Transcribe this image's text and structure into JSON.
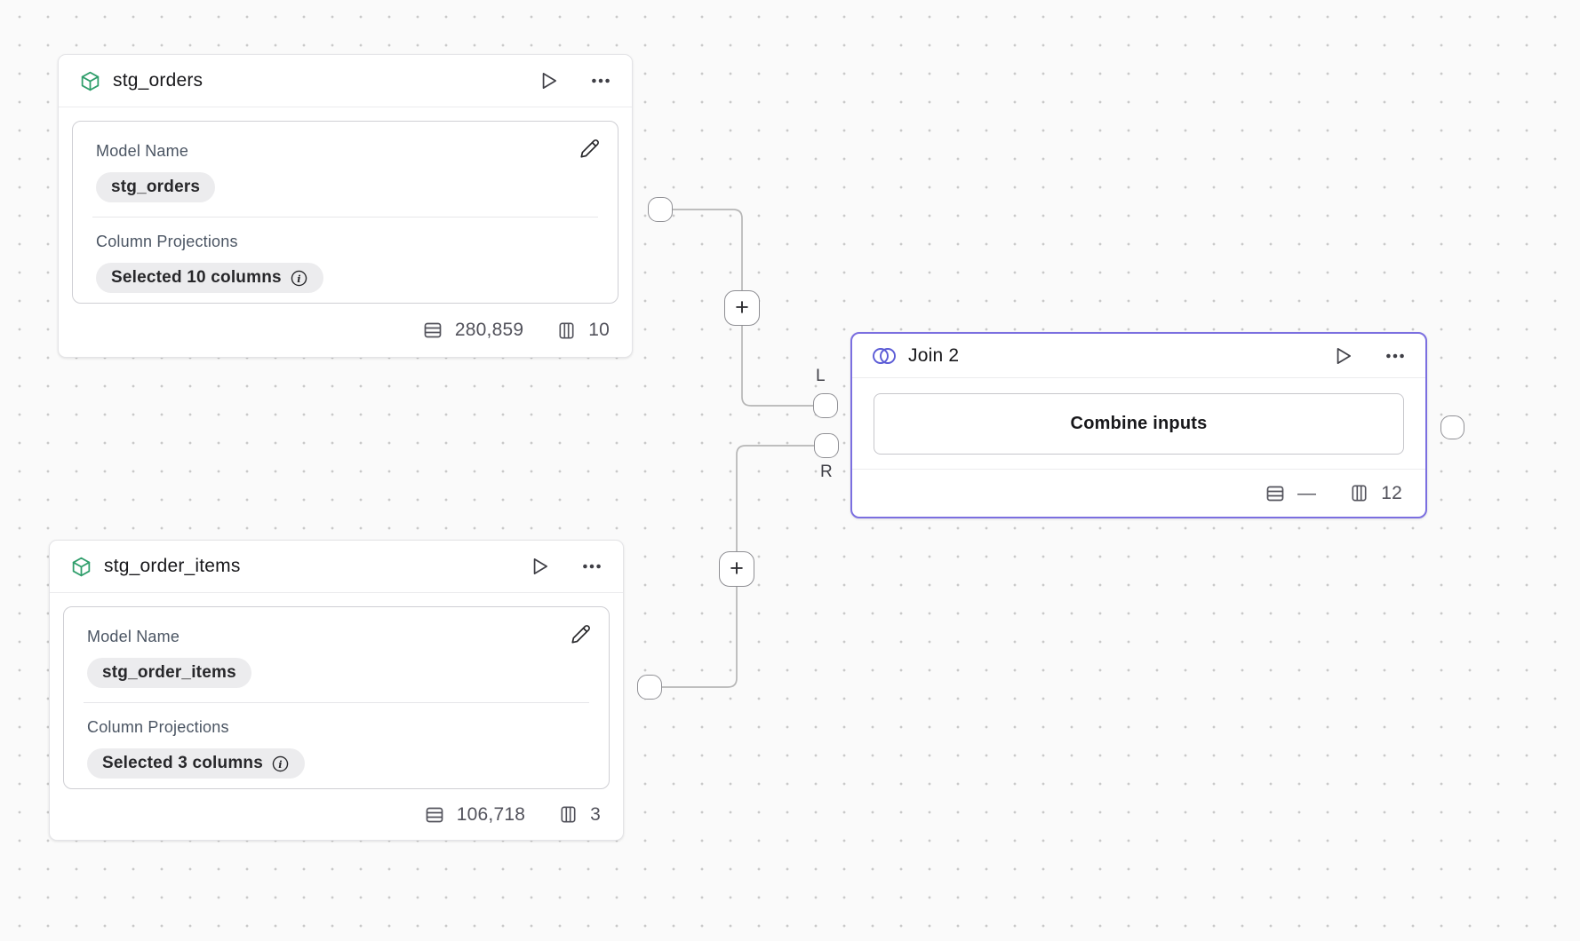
{
  "canvas": {
    "background": "#fafafa",
    "dot_color": "#c9c9c9",
    "edge_color": "#b6b6b6"
  },
  "colors": {
    "model_accent": "#2f9e6b",
    "join_border": "#7b6fe0",
    "join_icon": "#5b5bd6"
  },
  "plus_button": "+",
  "ports": {
    "left_label": "L",
    "right_label": "R"
  },
  "nodes": {
    "stg_orders": {
      "title": "stg_orders",
      "model_label": "Model Name",
      "model_chip": "stg_orders",
      "projections_label": "Column Projections",
      "projections_chip": "Selected 10 columns",
      "row_count": "280,859",
      "column_count": "10"
    },
    "stg_order_items": {
      "title": "stg_order_items",
      "model_label": "Model Name",
      "model_chip": "stg_order_items",
      "projections_label": "Column Projections",
      "projections_chip": "Selected 3 columns",
      "row_count": "106,718",
      "column_count": "3"
    },
    "join": {
      "title": "Join 2",
      "button_label": "Combine inputs",
      "row_count": "—",
      "column_count": "12"
    }
  }
}
